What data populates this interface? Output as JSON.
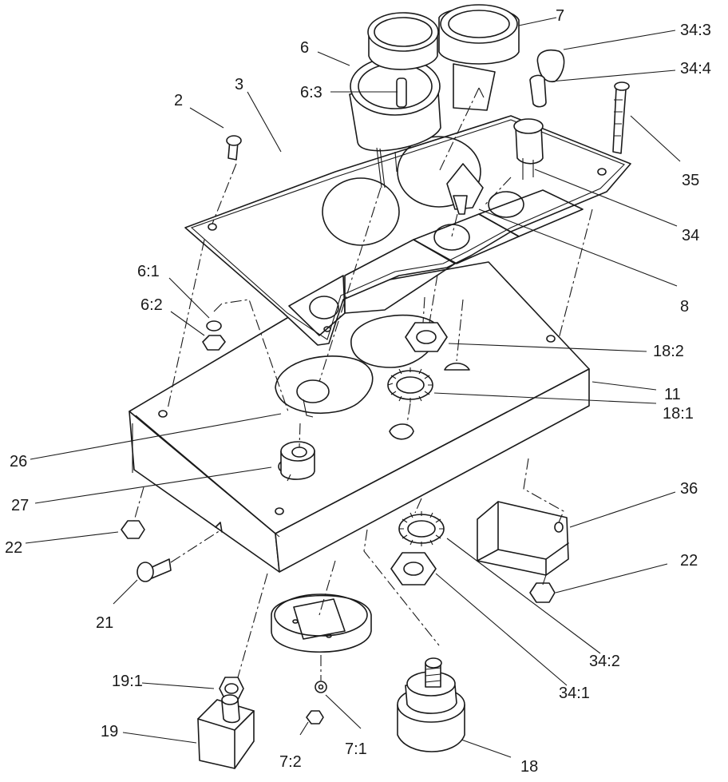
{
  "labels": {
    "p2": "2",
    "p3": "3",
    "p6": "6",
    "p6_3": "6:3",
    "p7": "7",
    "p34_3": "34:3",
    "p34_4": "34:4",
    "p35": "35",
    "p34": "34",
    "p8": "8",
    "p6_1": "6:1",
    "p6_2": "6:2",
    "p18_2": "18:2",
    "p11": "11",
    "p18_1": "18:1",
    "p26": "26",
    "p27": "27",
    "p36": "36",
    "p22a": "22",
    "p22b": "22",
    "p21": "21",
    "p19_1": "19:1",
    "p19": "19",
    "p7_2": "7:2",
    "p7_1": "7:1",
    "p18": "18",
    "p34_1": "34:1",
    "p34_2": "34:2"
  }
}
